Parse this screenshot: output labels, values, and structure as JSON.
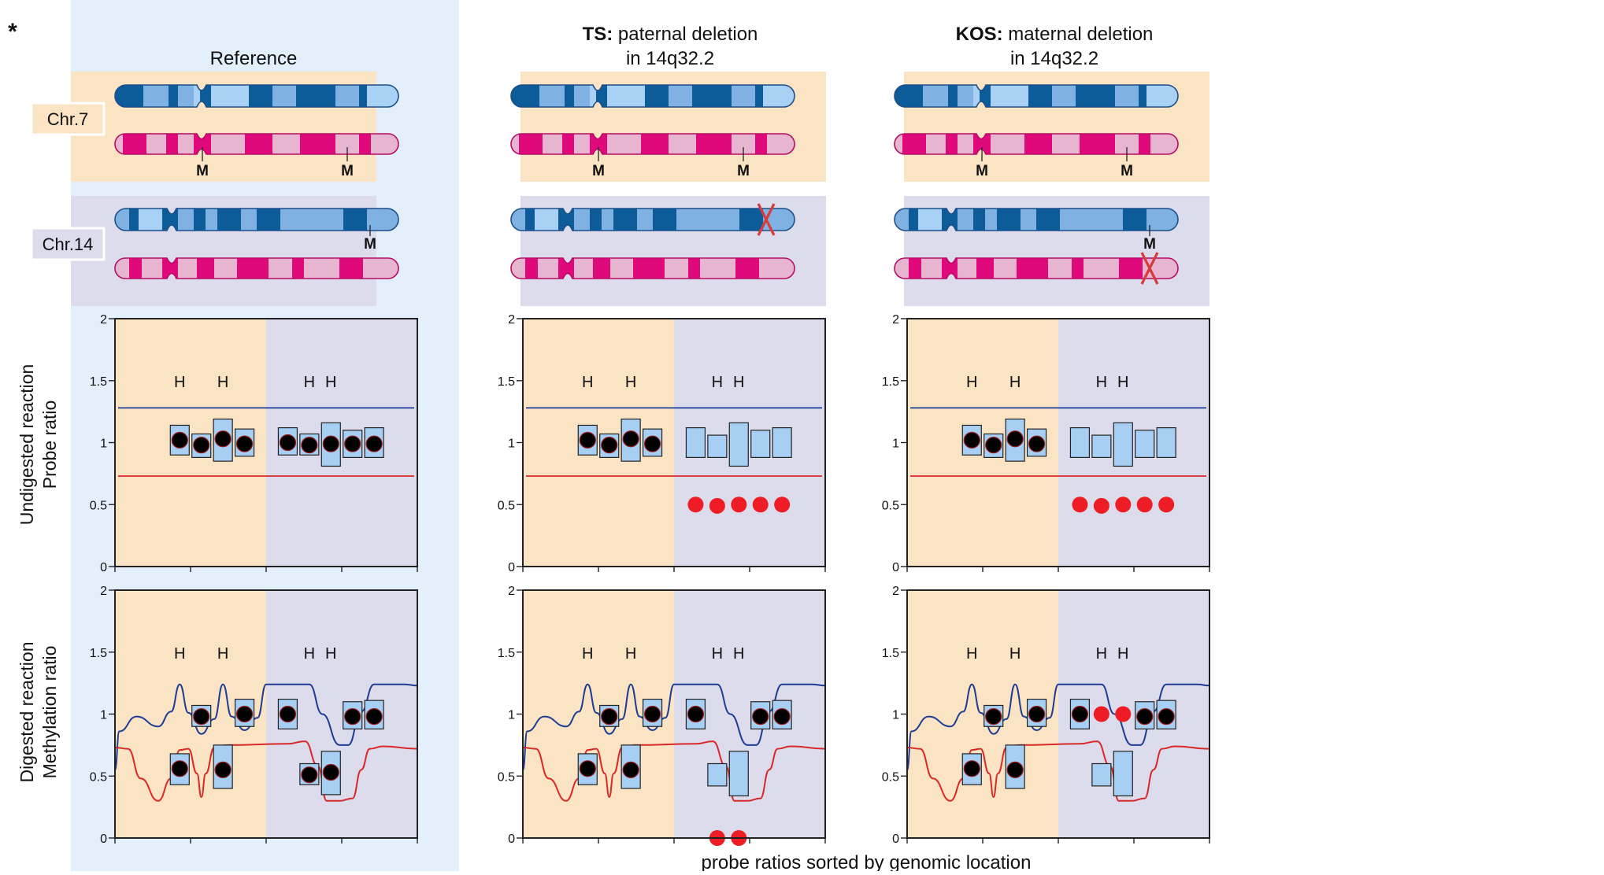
{
  "asterisk": "*",
  "columns": [
    {
      "id": "ref",
      "title_bold": "",
      "title_rest": "Reference",
      "title_line2": ""
    },
    {
      "id": "ts",
      "title_bold": "TS:",
      "title_rest": " paternal deletion",
      "title_line2": "in 14q32.2"
    },
    {
      "id": "kos",
      "title_bold": "KOS:",
      "title_rest": " maternal deletion",
      "title_line2": "in 14q32.2"
    }
  ],
  "chr_labels": {
    "chr7": "Chr.7",
    "chr14": "Chr.14"
  },
  "marker_label": "M",
  "h_label": "H",
  "row_labels": {
    "undigested": [
      "Undigested reaction",
      "Probe ratio"
    ],
    "digested": [
      "Digested reaction",
      "Methylation ratio"
    ]
  },
  "y_ticks": [
    "2",
    "1.5",
    "1",
    "0.5",
    "0"
  ],
  "x_label": "probe ratios sorted by genomic location",
  "colors": {
    "ref_bg": "#e3effb",
    "chr7_bg": "#fbe4c3",
    "chr14_bg": "#dcdcec",
    "paternal_dark": "#0b5c98",
    "paternal_mid": "#7fb2e3",
    "paternal_light": "#a9d0f5",
    "maternal_dark": "#e0097c",
    "maternal_light": "#e8b5d0",
    "probe_box": "#a7cef3",
    "black_dot": "#000000",
    "red_dot": "#ee1c25",
    "upper_line": "#1c3c96",
    "lower_line": "#d92828",
    "deletion_x": "#d73b3b"
  },
  "chart_data": [
    {
      "type": "scatter",
      "panel": "Reference",
      "reaction": "Undigested reaction",
      "ylabel": "Probe ratio",
      "ylim": [
        0,
        2
      ],
      "upper_threshold": 1.28,
      "lower_threshold": 0.73,
      "h_probe_x": [
        1.5,
        2.5,
        4.5,
        5.0
      ],
      "points": [
        {
          "x": 1.5,
          "y": 1.02,
          "lo": 0.9,
          "hi": 1.14,
          "color": "black"
        },
        {
          "x": 2.0,
          "y": 0.98,
          "lo": 0.88,
          "hi": 1.07,
          "color": "black"
        },
        {
          "x": 2.5,
          "y": 1.03,
          "lo": 0.85,
          "hi": 1.19,
          "color": "black"
        },
        {
          "x": 3.0,
          "y": 0.99,
          "lo": 0.89,
          "hi": 1.11,
          "color": "black"
        },
        {
          "x": 4.0,
          "y": 1.0,
          "lo": 0.9,
          "hi": 1.12,
          "color": "black"
        },
        {
          "x": 4.5,
          "y": 0.98,
          "lo": 0.9,
          "hi": 1.07,
          "color": "black"
        },
        {
          "x": 5.0,
          "y": 0.99,
          "lo": 0.81,
          "hi": 1.16,
          "color": "black"
        },
        {
          "x": 5.5,
          "y": 0.99,
          "lo": 0.88,
          "hi": 1.1,
          "color": "black"
        },
        {
          "x": 6.0,
          "y": 0.99,
          "lo": 0.88,
          "hi": 1.12,
          "color": "black"
        }
      ]
    },
    {
      "type": "scatter",
      "panel": "TS: paternal deletion in 14q32.2",
      "reaction": "Undigested reaction",
      "ylabel": "Probe ratio",
      "ylim": [
        0,
        2
      ],
      "upper_threshold": 1.28,
      "lower_threshold": 0.73,
      "h_probe_x": [
        1.5,
        2.5,
        4.5,
        5.0
      ],
      "points": [
        {
          "x": 1.5,
          "y": 1.02,
          "lo": 0.9,
          "hi": 1.14,
          "color": "black"
        },
        {
          "x": 2.0,
          "y": 0.98,
          "lo": 0.88,
          "hi": 1.07,
          "color": "black"
        },
        {
          "x": 2.5,
          "y": 1.03,
          "lo": 0.85,
          "hi": 1.19,
          "color": "black"
        },
        {
          "x": 3.0,
          "y": 0.99,
          "lo": 0.89,
          "hi": 1.11,
          "color": "black"
        },
        {
          "x": 4.0,
          "y": 0.5,
          "lo": 0.88,
          "hi": 1.12,
          "color": "red"
        },
        {
          "x": 4.5,
          "y": 0.49,
          "lo": 0.88,
          "hi": 1.06,
          "color": "red"
        },
        {
          "x": 5.0,
          "y": 0.5,
          "lo": 0.81,
          "hi": 1.16,
          "color": "red"
        },
        {
          "x": 5.5,
          "y": 0.5,
          "lo": 0.88,
          "hi": 1.1,
          "color": "red"
        },
        {
          "x": 6.0,
          "y": 0.5,
          "lo": 0.88,
          "hi": 1.12,
          "color": "red"
        }
      ]
    },
    {
      "type": "scatter",
      "panel": "KOS: maternal deletion in 14q32.2",
      "reaction": "Undigested reaction",
      "ylabel": "Probe ratio",
      "ylim": [
        0,
        2
      ],
      "upper_threshold": 1.28,
      "lower_threshold": 0.73,
      "h_probe_x": [
        1.5,
        2.5,
        4.5,
        5.0
      ],
      "points": [
        {
          "x": 1.5,
          "y": 1.02,
          "lo": 0.9,
          "hi": 1.14,
          "color": "black"
        },
        {
          "x": 2.0,
          "y": 0.98,
          "lo": 0.88,
          "hi": 1.07,
          "color": "black"
        },
        {
          "x": 2.5,
          "y": 1.03,
          "lo": 0.85,
          "hi": 1.19,
          "color": "black"
        },
        {
          "x": 3.0,
          "y": 0.99,
          "lo": 0.89,
          "hi": 1.11,
          "color": "black"
        },
        {
          "x": 4.0,
          "y": 0.5,
          "lo": 0.88,
          "hi": 1.12,
          "color": "red"
        },
        {
          "x": 4.5,
          "y": 0.49,
          "lo": 0.88,
          "hi": 1.06,
          "color": "red"
        },
        {
          "x": 5.0,
          "y": 0.5,
          "lo": 0.81,
          "hi": 1.16,
          "color": "red"
        },
        {
          "x": 5.5,
          "y": 0.5,
          "lo": 0.88,
          "hi": 1.1,
          "color": "red"
        },
        {
          "x": 6.0,
          "y": 0.5,
          "lo": 0.88,
          "hi": 1.12,
          "color": "red"
        }
      ]
    },
    {
      "type": "scatter",
      "panel": "Reference",
      "reaction": "Digested reaction",
      "ylabel": "Methylation ratio",
      "ylim": [
        0,
        2
      ],
      "h_probe_x": [
        1.5,
        2.5,
        4.5,
        5.0
      ],
      "points": [
        {
          "x": 1.5,
          "y": 0.56,
          "lo": 0.43,
          "hi": 0.68,
          "color": "black"
        },
        {
          "x": 2.0,
          "y": 0.98,
          "lo": 0.9,
          "hi": 1.07,
          "color": "black"
        },
        {
          "x": 2.5,
          "y": 0.55,
          "lo": 0.4,
          "hi": 0.75,
          "color": "black"
        },
        {
          "x": 3.0,
          "y": 1.0,
          "lo": 0.9,
          "hi": 1.12,
          "color": "black"
        },
        {
          "x": 4.0,
          "y": 1.0,
          "lo": 0.88,
          "hi": 1.12,
          "color": "black"
        },
        {
          "x": 4.5,
          "y": 0.51,
          "lo": 0.43,
          "hi": 0.6,
          "color": "black"
        },
        {
          "x": 5.0,
          "y": 0.53,
          "lo": 0.35,
          "hi": 0.7,
          "color": "black"
        },
        {
          "x": 5.5,
          "y": 0.98,
          "lo": 0.88,
          "hi": 1.1,
          "color": "black"
        },
        {
          "x": 6.0,
          "y": 0.98,
          "lo": 0.88,
          "hi": 1.11,
          "color": "black"
        }
      ]
    },
    {
      "type": "scatter",
      "panel": "TS: paternal deletion in 14q32.2",
      "reaction": "Digested reaction",
      "ylabel": "Methylation ratio",
      "ylim": [
        0,
        2
      ],
      "h_probe_x": [
        1.5,
        2.5,
        4.5,
        5.0
      ],
      "points": [
        {
          "x": 1.5,
          "y": 0.56,
          "lo": 0.43,
          "hi": 0.68,
          "color": "black"
        },
        {
          "x": 2.0,
          "y": 0.98,
          "lo": 0.9,
          "hi": 1.07,
          "color": "black"
        },
        {
          "x": 2.5,
          "y": 0.55,
          "lo": 0.4,
          "hi": 0.75,
          "color": "black"
        },
        {
          "x": 3.0,
          "y": 1.0,
          "lo": 0.9,
          "hi": 1.12,
          "color": "black"
        },
        {
          "x": 4.0,
          "y": 1.0,
          "lo": 0.88,
          "hi": 1.12,
          "color": "black"
        },
        {
          "x": 4.5,
          "y": 0.0,
          "lo": 0.42,
          "hi": 0.6,
          "color": "red"
        },
        {
          "x": 5.0,
          "y": 0.0,
          "lo": 0.34,
          "hi": 0.7,
          "color": "red"
        },
        {
          "x": 5.5,
          "y": 0.98,
          "lo": 0.88,
          "hi": 1.1,
          "color": "black"
        },
        {
          "x": 6.0,
          "y": 0.98,
          "lo": 0.88,
          "hi": 1.11,
          "color": "black"
        }
      ]
    },
    {
      "type": "scatter",
      "panel": "KOS: maternal deletion in 14q32.2",
      "reaction": "Digested reaction",
      "ylabel": "Methylation ratio",
      "ylim": [
        0,
        2
      ],
      "h_probe_x": [
        1.5,
        2.5,
        4.5,
        5.0
      ],
      "points": [
        {
          "x": 1.5,
          "y": 0.56,
          "lo": 0.43,
          "hi": 0.68,
          "color": "black"
        },
        {
          "x": 2.0,
          "y": 0.98,
          "lo": 0.9,
          "hi": 1.07,
          "color": "black"
        },
        {
          "x": 2.5,
          "y": 0.55,
          "lo": 0.4,
          "hi": 0.75,
          "color": "black"
        },
        {
          "x": 3.0,
          "y": 1.0,
          "lo": 0.9,
          "hi": 1.12,
          "color": "black"
        },
        {
          "x": 4.0,
          "y": 1.0,
          "lo": 0.88,
          "hi": 1.12,
          "color": "black"
        },
        {
          "x": 4.5,
          "y": 1.0,
          "lo": 0.42,
          "hi": 0.6,
          "color": "red"
        },
        {
          "x": 5.0,
          "y": 1.0,
          "lo": 0.34,
          "hi": 0.7,
          "color": "red"
        },
        {
          "x": 5.5,
          "y": 0.98,
          "lo": 0.88,
          "hi": 1.1,
          "color": "black"
        },
        {
          "x": 6.0,
          "y": 0.98,
          "lo": 0.88,
          "hi": 1.11,
          "color": "black"
        }
      ]
    }
  ]
}
